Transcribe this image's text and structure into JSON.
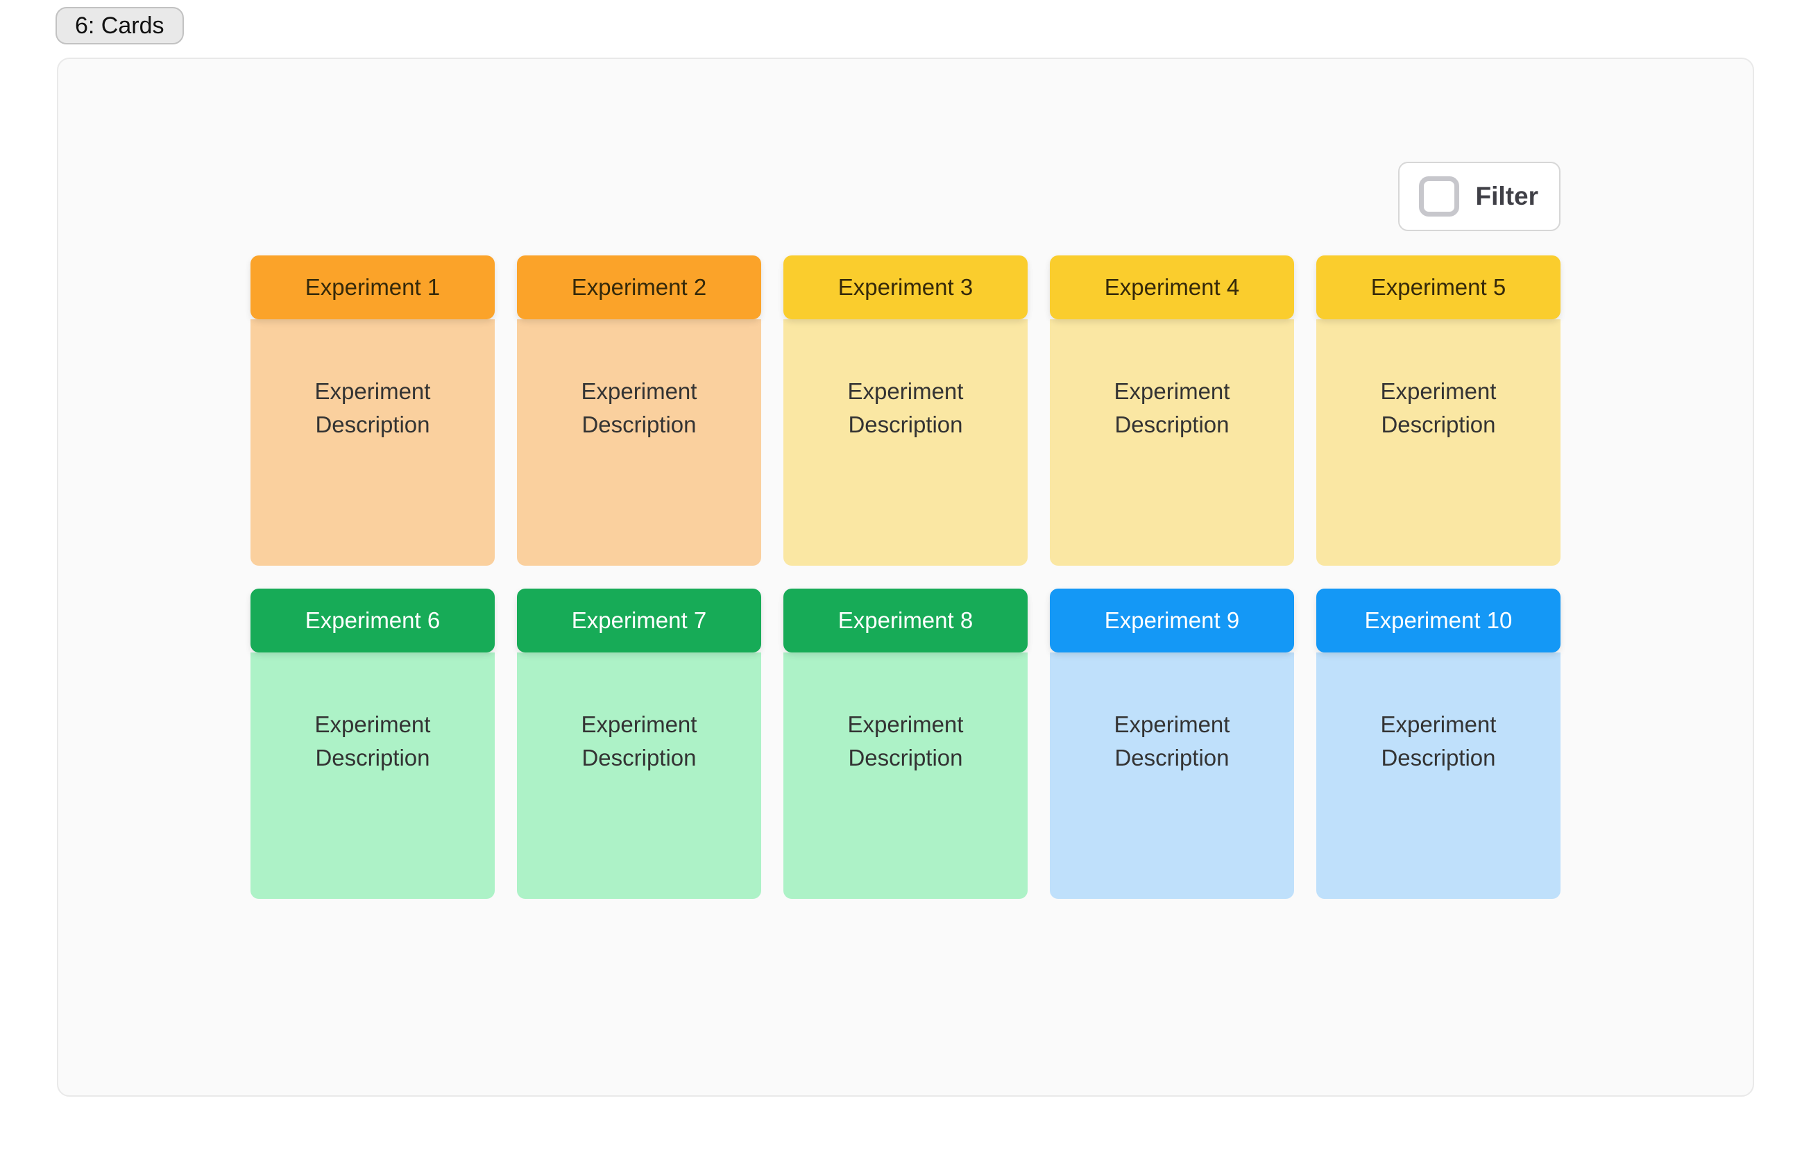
{
  "badge": {
    "label": "6: Cards"
  },
  "filter": {
    "label": "Filter",
    "checked": false
  },
  "palette": {
    "orange": {
      "header": "#FBA329",
      "body": "#FAD09E",
      "header_text": "#35290A"
    },
    "yellow": {
      "header": "#FACD2D",
      "body": "#FAE7A3",
      "header_text": "#35290A"
    },
    "green": {
      "header": "#17AB57",
      "body": "#ADF2C7",
      "header_text": "#FFFFFF"
    },
    "blue": {
      "header": "#1498F6",
      "body": "#BFE0FB",
      "header_text": "#FFFFFF"
    }
  },
  "cards": [
    {
      "title": "Experiment 1",
      "description": "Experiment Description",
      "variant": "orange"
    },
    {
      "title": "Experiment 2",
      "description": "Experiment Description",
      "variant": "orange"
    },
    {
      "title": "Experiment 3",
      "description": "Experiment Description",
      "variant": "yellow"
    },
    {
      "title": "Experiment 4",
      "description": "Experiment Description",
      "variant": "yellow"
    },
    {
      "title": "Experiment 5",
      "description": "Experiment Description",
      "variant": "yellow"
    },
    {
      "title": "Experiment 6",
      "description": "Experiment Description",
      "variant": "green"
    },
    {
      "title": "Experiment 7",
      "description": "Experiment Description",
      "variant": "green"
    },
    {
      "title": "Experiment 8",
      "description": "Experiment Description",
      "variant": "green"
    },
    {
      "title": "Experiment 9",
      "description": "Experiment Description",
      "variant": "blue"
    },
    {
      "title": "Experiment 10",
      "description": "Experiment Description",
      "variant": "blue"
    }
  ]
}
